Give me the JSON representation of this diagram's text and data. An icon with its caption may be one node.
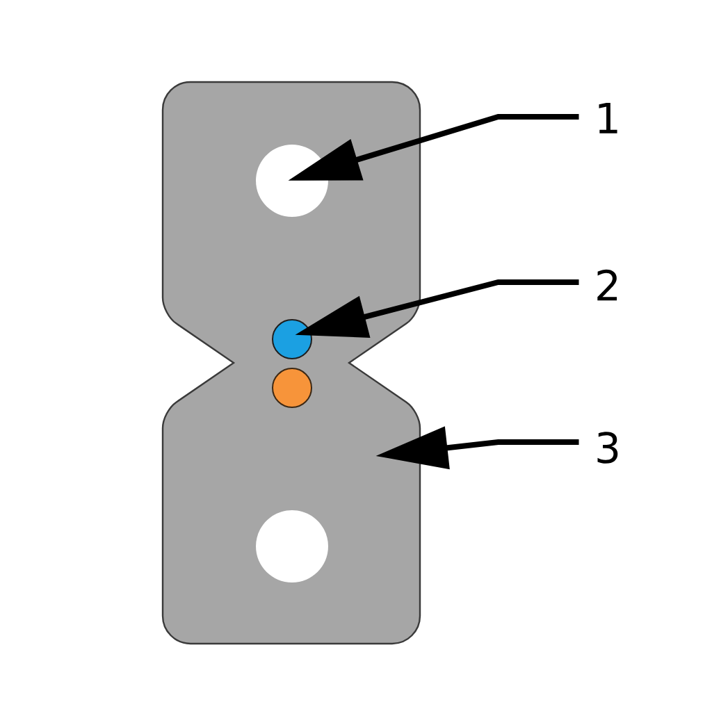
{
  "diagram": {
    "nodes": [
      {
        "text": [],
        "shape": "box"
      },
      {
        "text": [],
        "shape": "circle",
        "in": 0
      },
      {
        "text": [],
        "shape": "circle",
        "in": 0
      },
      {
        "text": [],
        "shape": "circle",
        "in": 0
      },
      {
        "text": [],
        "shape": "circle",
        "in": 0
      },
      {
        "text": [
          "1"
        ]
      },
      {
        "text": [
          "2"
        ]
      },
      {
        "text": [
          "3"
        ]
      }
    ],
    "edges": [
      {
        "from": 5,
        "to": 1,
        "arrow": "to"
      },
      {
        "from": 6,
        "to": 2,
        "arrow": "to"
      },
      {
        "from": 7,
        "to": 0,
        "arrow": "to"
      }
    ]
  }
}
